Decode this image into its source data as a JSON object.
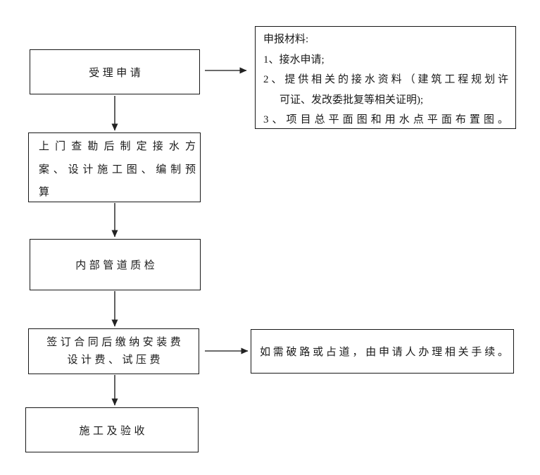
{
  "page": {
    "background": "#ffffff",
    "ink_color": "#1a1a1a",
    "arrow_color": "#3a3a3a"
  },
  "flow": {
    "accept": {
      "label": "受理申请"
    },
    "materials": {
      "title": "申报材料:",
      "item1": "1、接水申请;",
      "item2_line1": "2、提供相关的接水资料（建筑工程规划许",
      "item2_line2": "可证、发改委批复等相关证明);",
      "item3": "3、项目总平面图和用水点平面布置图。"
    },
    "survey": {
      "lines": [
        "上门查勘后制定接水方",
        "案、设计施工图、编制预",
        "算"
      ]
    },
    "inspection": {
      "label": "内部管道质检"
    },
    "contract": {
      "lines": [
        "签订合同后缴纳安装费",
        "设计费、试压费"
      ]
    },
    "road_note": {
      "label": "如需破路或占道，由申请人办理相关手续。"
    },
    "construction": {
      "label": "施工及验收"
    }
  }
}
